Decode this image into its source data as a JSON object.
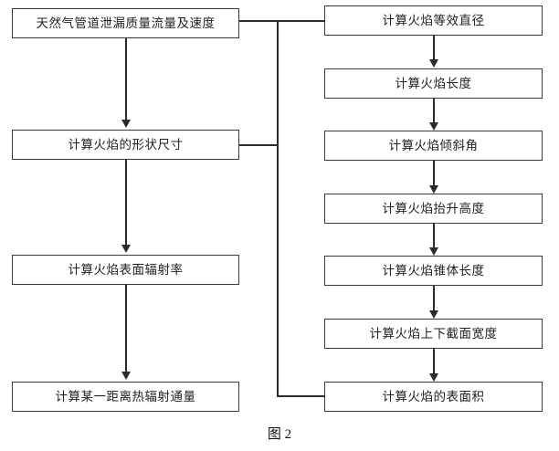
{
  "figure": {
    "caption": "图 2"
  },
  "left_column": {
    "nodes": [
      {
        "id": "leak-mass-flow-velocity",
        "label": "天然气管道泄漏质量流量及速度"
      },
      {
        "id": "flame-shape-size",
        "label": "计算火焰的形状尺寸"
      },
      {
        "id": "flame-surface-emissivity",
        "label": "计算火焰表面辐射率"
      },
      {
        "id": "thermal-radiation-flux-at-distance",
        "label": "计算某一距离热辐射通量"
      }
    ]
  },
  "right_column": {
    "nodes": [
      {
        "id": "flame-equivalent-diameter",
        "label": "计算火焰等效直径"
      },
      {
        "id": "flame-length",
        "label": "计算火焰长度"
      },
      {
        "id": "flame-tilt-angle",
        "label": "计算火焰倾斜角"
      },
      {
        "id": "flame-lift-off-height",
        "label": "计算火焰抬升高度"
      },
      {
        "id": "flame-cone-length",
        "label": "计算火焰锥体长度"
      },
      {
        "id": "flame-top-bottom-section-width",
        "label": "计算火焰上下截面宽度"
      },
      {
        "id": "flame-surface-area",
        "label": "计算火焰的表面积"
      }
    ]
  },
  "colors": {
    "box_border": "#3a3a3a",
    "connector": "#2b2b2b",
    "background": "#ffffff",
    "text": "#222222"
  }
}
